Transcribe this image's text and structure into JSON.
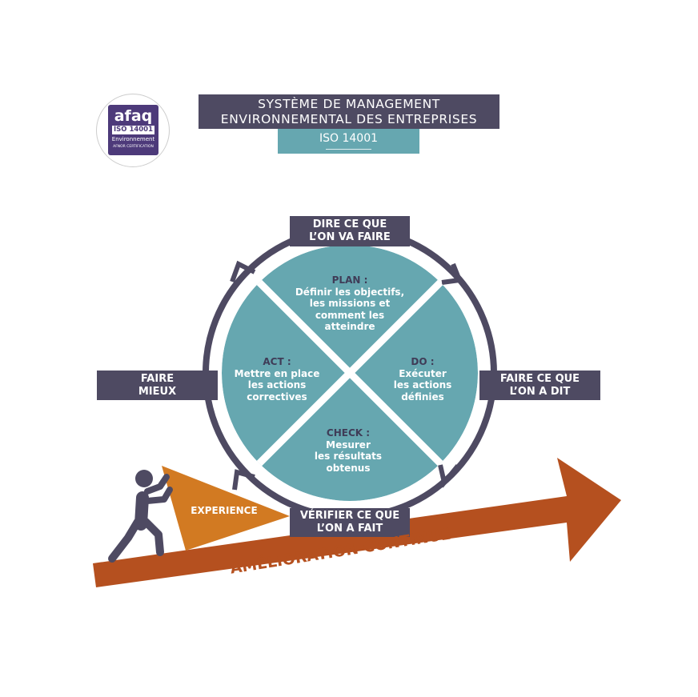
{
  "logo": {
    "brand": "afaq",
    "standard": "ISO 14001",
    "category": "Environnement",
    "certifier": "AFNOR CERTIFICATION"
  },
  "title": {
    "line1": "SYSTÈME DE MANAGEMENT",
    "line2": "ENVIRONNEMENTAL DES ENTREPRISES",
    "norm": "ISO 14001"
  },
  "stages": {
    "top": {
      "line1": "DIRE CE QUE",
      "line2": "L’ON VA FAIRE"
    },
    "right": {
      "line1": "FAIRE CE QUE",
      "line2": "L’ON A DIT"
    },
    "bottom": {
      "line1": "VÉRIFIER CE QUE",
      "line2": "L’ON A FAIT"
    },
    "left": {
      "line1": "FAIRE",
      "line2": "MIEUX"
    }
  },
  "quadrants": {
    "plan": {
      "heading": "PLAN :",
      "lines": [
        "Définir les objectifs,",
        "les missions et",
        "comment les",
        "atteindre"
      ]
    },
    "do": {
      "heading": "DO :",
      "lines": [
        "Exécuter",
        "les actions",
        "définies"
      ]
    },
    "check": {
      "heading": "CHECK :",
      "lines": [
        "Mesurer",
        "les résultats",
        "obtenus"
      ]
    },
    "act": {
      "heading": "ACT :",
      "lines": [
        "Mettre en place",
        "les actions",
        "correctives"
      ]
    }
  },
  "experience_label": "EXPERIENCE",
  "improvement_label": "AMÉLIORATION CONTINUE",
  "colors": {
    "dark": "#4e4a62",
    "teal": "#66a7b0",
    "orange": "#d27a22",
    "rust": "#b5501f",
    "logo_purple": "#4d3a7a"
  }
}
